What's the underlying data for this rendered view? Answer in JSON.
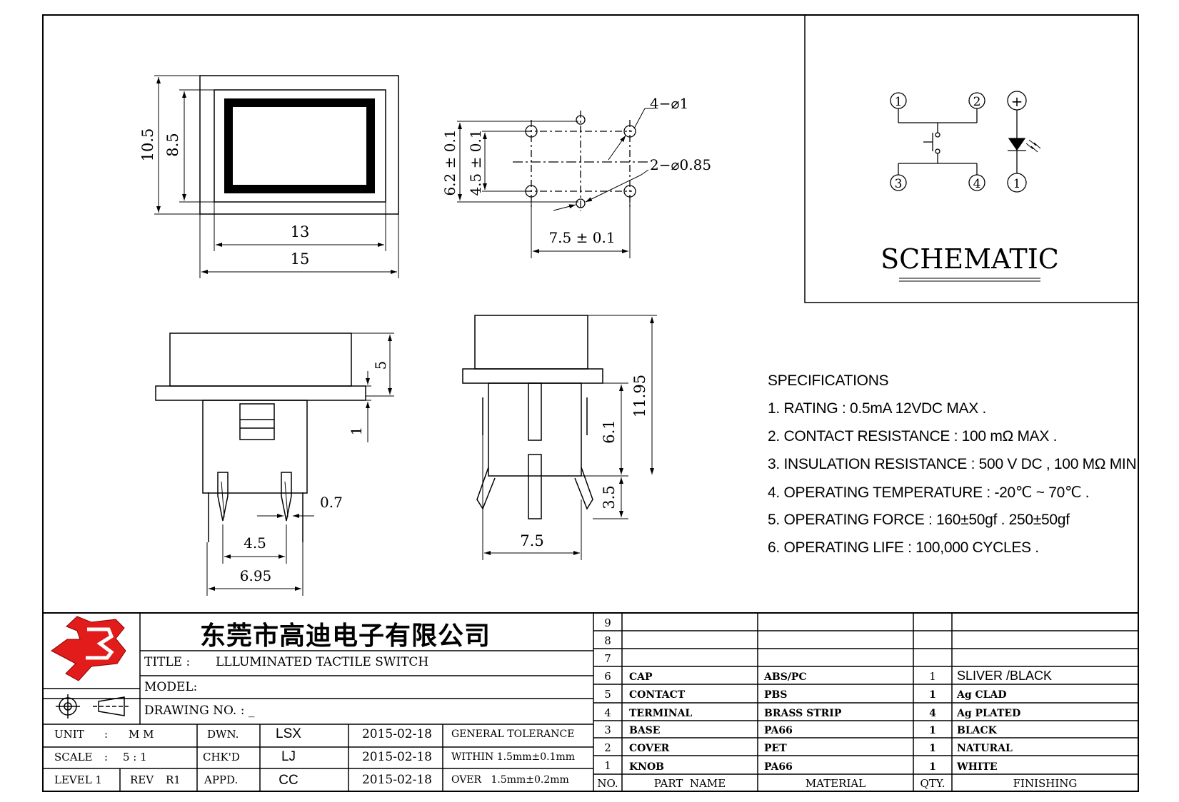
{
  "dimensions": {
    "top_h_outer": "10.5",
    "top_h_inner": "8.5",
    "top_w_inner": "13",
    "top_w_outer": "15",
    "pcb_h_outer": "6.2 ± 0.1",
    "pcb_h_inner": "4.5 ± 0.1",
    "pcb_hole_large": "4−⌀1",
    "pcb_hole_small": "2−⌀0.85",
    "pcb_w": "7.5 ± 0.1",
    "side_cap_h": "5",
    "side_flange": "1",
    "side_pin_w": "0.7",
    "side_pin_pitch": "4.5",
    "side_w": "6.95",
    "front_total_h": "11.95",
    "front_body_h": "6.1",
    "front_pin_h": "3.5",
    "front_w": "7.5"
  },
  "schematic": {
    "title": "SCHEMATIC",
    "pins": [
      "1",
      "2",
      "3",
      "4"
    ],
    "led_pins": [
      "+",
      "1"
    ]
  },
  "specifications": {
    "heading": "SPECIFICATIONS",
    "items": [
      "1. RATING : 0.5mA 12VDC MAX .",
      "2. CONTACT RESISTANCE : 100 mΩ MAX .",
      "3. INSULATION RESISTANCE : 500 V DC , 100 MΩ MIN",
      "4. OPERATING TEMPERATURE : -20℃ ~ 70℃ .",
      "5. OPERATING FORCE : 160±50gf . 250±50gf",
      "6. OPERATING LIFE : 100,000 CYCLES ."
    ]
  },
  "title_block": {
    "company": "东莞市高迪电子有限公司",
    "title_label": "TITLE :",
    "title_value": "LLLUMINATED TACTILE SWITCH",
    "model_label": "MODEL:",
    "drawing_no_label": "DRAWING NO. : _",
    "unit_label": "UNIT",
    "unit_colon": ":",
    "unit_value": "M M",
    "scale_label": "SCALE",
    "scale_colon": ":",
    "scale_value": "5 : 1",
    "level_label": "LEVEL 1",
    "rev_label": "REV",
    "rev_value": "R1",
    "dwn_label": "DWN.",
    "chkd_label": "CHK'D",
    "appd_label": "APPD.",
    "dwn_name": "LSX",
    "chkd_name": "LJ",
    "appd_name": "CC",
    "dwn_date": "2015-02-18",
    "chkd_date": "2015-02-18",
    "appd_date": "2015-02-18",
    "tol_title": "GENERAL TOLERANCE",
    "tol_within": "WITHIN 1.5mm±0.1mm",
    "tol_over": "OVER   1.5mm±0.2mm"
  },
  "bom": {
    "headers": {
      "no": "NO.",
      "part": "PART  NAME",
      "material": "MATERIAL",
      "qty": "QTY.",
      "finishing": "FINISHING"
    },
    "rows": [
      {
        "no": "9",
        "part": "",
        "material": "",
        "qty": "",
        "finishing": ""
      },
      {
        "no": "8",
        "part": "",
        "material": "",
        "qty": "",
        "finishing": ""
      },
      {
        "no": "7",
        "part": "",
        "material": "",
        "qty": "",
        "finishing": ""
      },
      {
        "no": "6",
        "part": "CAP",
        "material": "ABS/PC",
        "qty": "1",
        "finishing": "SLIVER /BLACK"
      },
      {
        "no": "5",
        "part": "CONTACT",
        "material": "PBS",
        "qty": "1",
        "finishing": "Ag CLAD"
      },
      {
        "no": "4",
        "part": "TERMINAL",
        "material": "BRASS STRIP",
        "qty": "4",
        "finishing": "Ag PLATED"
      },
      {
        "no": "3",
        "part": "BASE",
        "material": "PA66",
        "qty": "1",
        "finishing": "BLACK"
      },
      {
        "no": "2",
        "part": "COVER",
        "material": "PET",
        "qty": "1",
        "finishing": "NATURAL"
      },
      {
        "no": "1",
        "part": "KNOB",
        "material": "PA66",
        "qty": "1",
        "finishing": "WHITE"
      }
    ]
  },
  "colors": {
    "logo_red": "#e21b1b",
    "line": "#000000"
  }
}
